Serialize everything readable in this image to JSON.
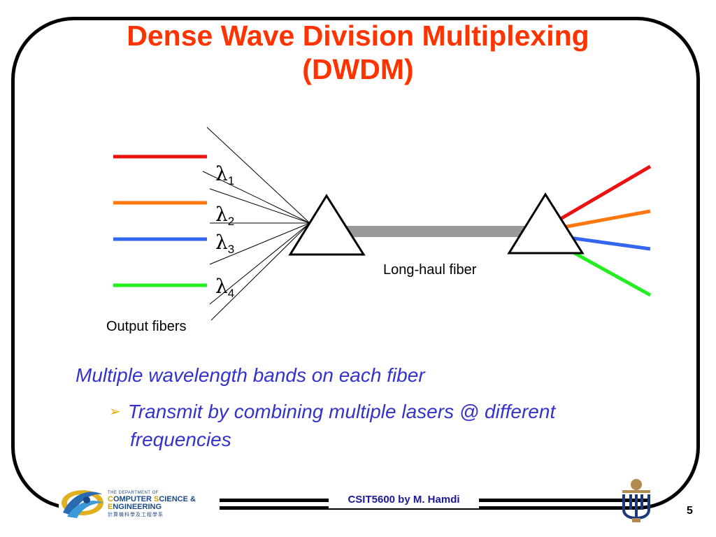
{
  "title": {
    "line1": "Dense Wave Division Multiplexing",
    "line2": "(DWDM)"
  },
  "diagram": {
    "lambdas": [
      {
        "symbol": "λ",
        "sub": "1"
      },
      {
        "symbol": "λ",
        "sub": "2"
      },
      {
        "symbol": "λ",
        "sub": "3"
      },
      {
        "symbol": "λ",
        "sub": "4"
      }
    ],
    "long_haul_label": "Long-haul fiber",
    "output_fibers_label": "Output fibers",
    "colors": [
      "#ee1111",
      "#ff7711",
      "#3366ee",
      "#22ee22"
    ],
    "fiber_color": "#999999"
  },
  "bullets": {
    "main": "Multiple wavelength bands on each fiber",
    "sub_line1": "Transmit by combining multiple lasers @ different",
    "sub_line2": "frequencies"
  },
  "footer": {
    "course": "CSIT5600 by M. Hamdi",
    "page": "5",
    "dept_small": "THE DEPARTMENT OF",
    "dept_c": "C",
    "dept_omputer": "OMPUTER ",
    "dept_s": "S",
    "dept_cience": "CIENCE &",
    "dept_e": "E",
    "dept_ngineering": "NGINEERING",
    "dept_cn": "計算機科學及工程學系"
  }
}
